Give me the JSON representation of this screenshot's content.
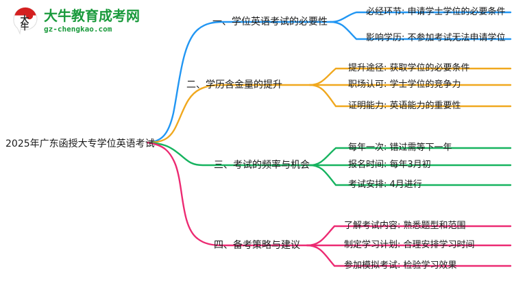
{
  "logo": {
    "mark_label": "大牛",
    "brand_cn": "大牛教育成考网",
    "brand_url": "gz-chengkao.com",
    "brand_color": "#1a9a3c",
    "mark_color": "#d42020"
  },
  "mindmap": {
    "root": "2025年广东函授大专学位英语考试",
    "branches": [
      {
        "label": "一、学位英语考试的必要性",
        "color": "#2196f3",
        "children": [
          "必经环节: 申请学士学位的必要条件",
          "影响学历: 不参加考试无法申请学位"
        ]
      },
      {
        "label": "二、学历含金量的提升",
        "color": "#f0a81e",
        "children": [
          "提升途径: 获取学位的必要条件",
          "职场认可: 学士学位的竞争力",
          "证明能力: 英语能力的重要性"
        ]
      },
      {
        "label": "三、考试的频率与机会",
        "color": "#16b35f",
        "children": [
          "每年一次: 错过需等下一年",
          "报名时间: 每年3月初",
          "考试安排: 4月进行"
        ]
      },
      {
        "label": "四、备考策略与建议",
        "color": "#ec2a72",
        "children": [
          "了解考试内容: 熟悉题型和范围",
          "制定学习计划: 合理安排学习时间",
          "参加模拟考试: 检验学习效果"
        ]
      }
    ]
  }
}
